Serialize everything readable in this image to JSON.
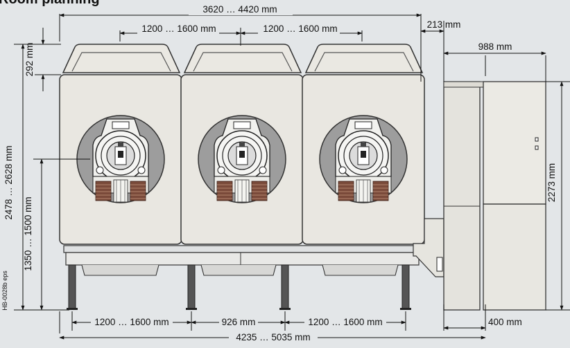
{
  "title": "Room planning",
  "drawing_ref": "HB-0028b eps",
  "dimensions": {
    "overall_top": "3620 … 4420 mm",
    "spacing_top_left": "1200 … 1600 mm",
    "spacing_top_right": "1200 … 1600 mm",
    "cabinet_gap": "213 mm",
    "cabinet_width": "988 mm",
    "lid_height": "292 mm",
    "total_height": "2478 … 2628 mm",
    "axis_height": "1350 … 1500 mm",
    "cabinet_height": "2273 mm",
    "spacing_bottom_left": "1200 … 1600 mm",
    "spacing_bottom_mid": "926 mm",
    "spacing_bottom_right": "1200 … 1600 mm",
    "cabinet_clearance": "400 mm",
    "overall_bottom": "4235 … 5035 mm"
  },
  "colors": {
    "background": "#e3e6e8",
    "unit_body": "#e9e7e1",
    "window": "#9a9a9a",
    "coil": "#7a4a3a"
  }
}
